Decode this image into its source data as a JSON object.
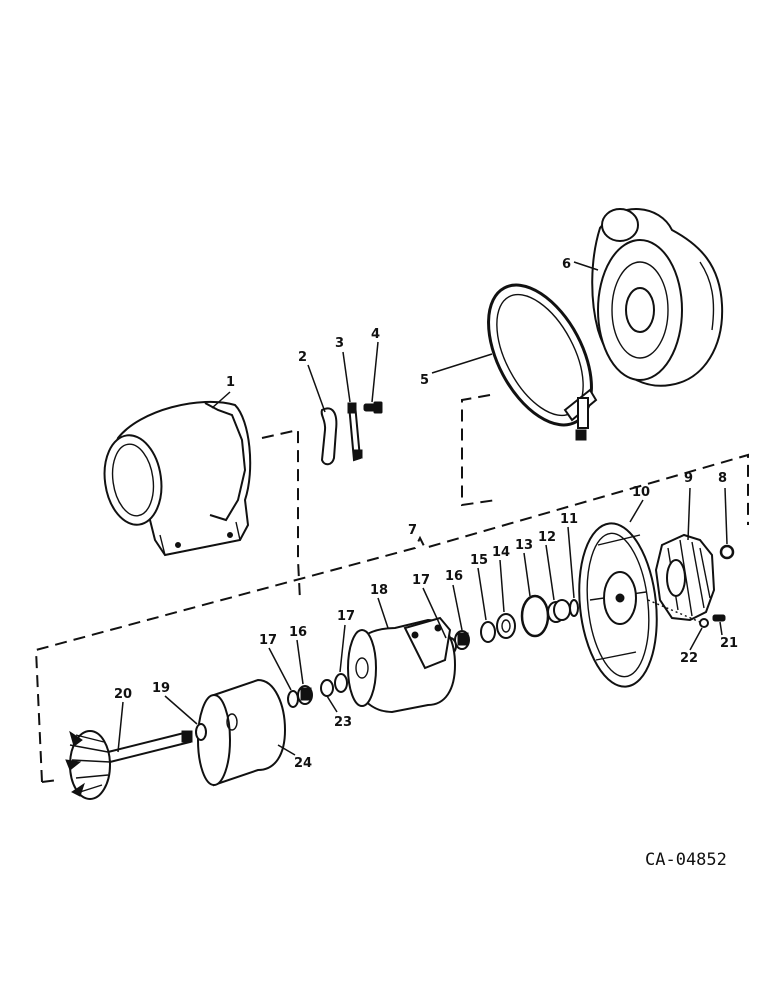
{
  "drawing_code": "CA-04852",
  "callouts": [
    {
      "id": "c1",
      "text": "1"
    },
    {
      "id": "c2",
      "text": "2"
    },
    {
      "id": "c3",
      "text": "3"
    },
    {
      "id": "c4",
      "text": "4"
    },
    {
      "id": "c5",
      "text": "5"
    },
    {
      "id": "c6",
      "text": "6"
    },
    {
      "id": "c7",
      "text": "7"
    },
    {
      "id": "c8",
      "text": "8"
    },
    {
      "id": "c9",
      "text": "9"
    },
    {
      "id": "c10",
      "text": "10"
    },
    {
      "id": "c11",
      "text": "11"
    },
    {
      "id": "c12",
      "text": "12"
    },
    {
      "id": "c13",
      "text": "13"
    },
    {
      "id": "c14",
      "text": "14"
    },
    {
      "id": "c15",
      "text": "15"
    },
    {
      "id": "c16a",
      "text": "16"
    },
    {
      "id": "c17a",
      "text": "17"
    },
    {
      "id": "c18",
      "text": "18"
    },
    {
      "id": "c17b",
      "text": "17"
    },
    {
      "id": "c16b",
      "text": "16"
    },
    {
      "id": "c17c",
      "text": "17"
    },
    {
      "id": "c19",
      "text": "19"
    },
    {
      "id": "c20",
      "text": "20"
    },
    {
      "id": "c21",
      "text": "21"
    },
    {
      "id": "c22",
      "text": "22"
    },
    {
      "id": "c23",
      "text": "23"
    },
    {
      "id": "c24",
      "text": "24"
    }
  ]
}
